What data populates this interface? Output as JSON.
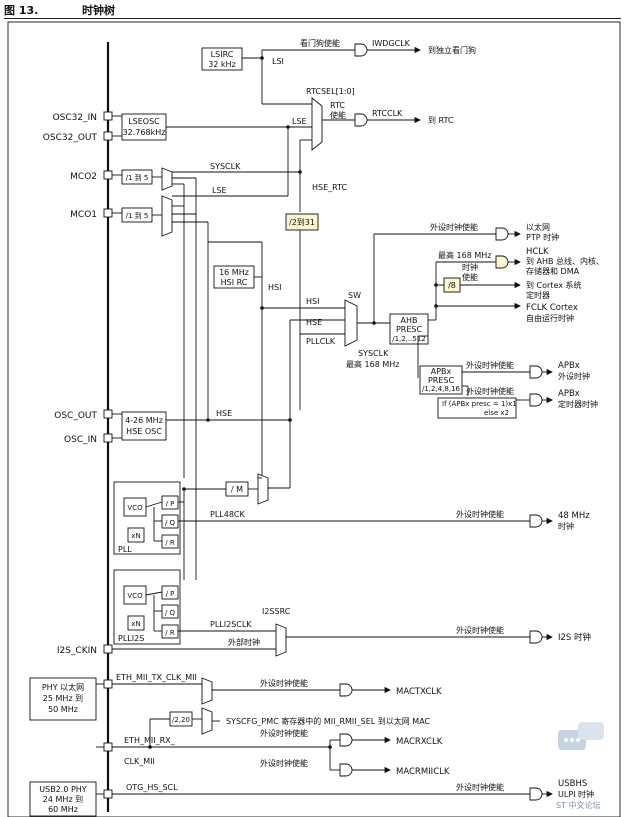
{
  "figure": {
    "number": "图 13.",
    "title": "时钟树"
  },
  "pins": {
    "osc32_in": "OSC32_IN",
    "osc32_out": "OSC32_OUT",
    "mco2": "MCO2",
    "mco1": "MCO1",
    "osc_out": "OSC_OUT",
    "osc_in": "OSC_IN",
    "i2s_ckin": "I2S_CKIN"
  },
  "blocks": {
    "lsirc": [
      "LSIRC",
      "32 kHz"
    ],
    "lseosc": [
      "LSEOSC",
      "32.768kHz"
    ],
    "mco2_div": "/1 到 5",
    "mco1_div": "/1 到 5",
    "div_2_31": "/2到31",
    "hsirc": [
      "16 MHz",
      "HSI RC"
    ],
    "hseosc": [
      "4-26 MHz",
      "HSE OSC"
    ],
    "pllm": "/ M",
    "ahb": [
      "AHB",
      "PRESC",
      "/1,2,..512"
    ],
    "div8": "/8",
    "apbx": [
      "APBx",
      "PRESC",
      "/1,2,4,8,16"
    ],
    "apbx_mult": [
      "If (APBx presc = 1)x1",
      "else x2"
    ],
    "div_2_20": "/2,20",
    "phy_eth": [
      "PHY 以太网",
      "25 MHz 到",
      "50 MHz"
    ],
    "phy_usb": [
      "USB2.0 PHY",
      "24 MHz 到",
      "60 MHz"
    ]
  },
  "pll": {
    "main": {
      "label": "PLL",
      "vco": "VCO",
      "xn": "xN",
      "p": "/ P",
      "q": "/ Q",
      "r": "/ R"
    },
    "i2s": {
      "label": "PLLI2S",
      "vco": "VCO",
      "xn": "xN",
      "p": "/ P",
      "q": "/ Q",
      "r": "/ R"
    }
  },
  "signals": {
    "lsi": "LSI",
    "lse": "LSE",
    "lse2": "LSE",
    "rtcsel": "RTCSEL[1:0]",
    "rtc_en": [
      "RTC",
      "使能"
    ],
    "rtcclk": "RTCCLK",
    "to_rtc": "到 RTC",
    "iwdg_en": "看门狗使能",
    "iwdgclk": "IWDGCLK",
    "to_iwdg": "到独立看门狗",
    "sysclk_mco2": "SYSCLK",
    "hse_rtc": "HSE_RTC",
    "hsi": "HSI",
    "hsi_sw": "HSI",
    "hse_sw": "HSE",
    "pllclk": "PLLCLK",
    "hse": "HSE",
    "sw": "SW",
    "sysclk": "SYSCLK",
    "sysclk_max": "最高 168 MHz",
    "ptp_en": "外设时钟使能",
    "ptp_out": [
      "以太网",
      "PTP 时钟"
    ],
    "hclk_max": "最高 168 MHz",
    "hclk_en": [
      "时钟",
      "使能"
    ],
    "hclk": [
      "HCLK",
      "到 AHB 总线、内核、",
      "存储器和 DMA"
    ],
    "cortex_timer": [
      "到 Cortex 系统",
      "定时器"
    ],
    "fclk": [
      "FCLK Cortex",
      "自由运行时钟"
    ],
    "apb_en1": "外设时钟使能",
    "apb_out1": [
      "APBx",
      "外设时钟"
    ],
    "apb_en2": "外设时钟使能",
    "apb_out2": [
      "APBx",
      "定时器时钟"
    ],
    "pll48ck": "PLL48CK",
    "en48": "外设时钟使能",
    "out48": [
      "48 MHz",
      "时钟"
    ],
    "i2ssrc": "I2SSRC",
    "plli2sclk": "PLLI2SCLK",
    "ext_clk": "外部时钟",
    "i2s_en": "外设时钟使能",
    "i2s_out": "I2S 时钟",
    "eth_tx": "ETH_MII_TX_CLK_MII",
    "mactx_en": "外设时钟使能",
    "mactxclk": "MACTXCLK",
    "syscfg": "SYSCFG_PMC 寄存器中的 MII_RMII_SEL 到以太网 MAC",
    "eth_rx": [
      "ETH_MII_RX_",
      "CLK_MII"
    ],
    "macrx_en": "外设时钟使能",
    "macrxclk": "MACRXCLK",
    "macrmii_en": "外设时钟使能",
    "macrmiiclk": "MACRMIICLK",
    "otg_hs": "OTG_HS_SCL",
    "usbhs_en": "外设时钟使能",
    "usbhs": [
      "USBHS",
      "ULPI 时钟"
    ]
  },
  "watermark": "ST 中文论坛"
}
